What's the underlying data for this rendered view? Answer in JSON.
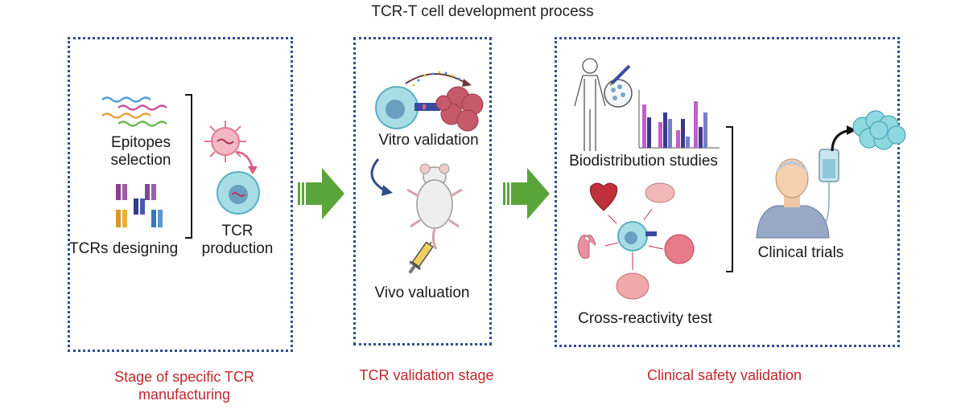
{
  "title": "TCR-T cell development process",
  "panel1": {
    "epitopes": "Epitopes\nselection",
    "tcrs_designing": "TCRs designing",
    "tcr_production": "TCR\nproduction",
    "stage": "Stage of specific TCR\nmanufacturing"
  },
  "panel2": {
    "vitro": "Vitro validation",
    "vivo": "Vivo valuation",
    "stage": "TCR validation stage"
  },
  "panel3": {
    "biodistribution": "Biodistribution studies",
    "cross_reactivity": "Cross-reactivity test",
    "clinical_trials": "Clinical trials",
    "stage": "Clinical safety validation"
  },
  "colors": {
    "panel_border": "#2f4f8a",
    "stage_text": "#c0262d",
    "arrow": "#5aa53a"
  }
}
